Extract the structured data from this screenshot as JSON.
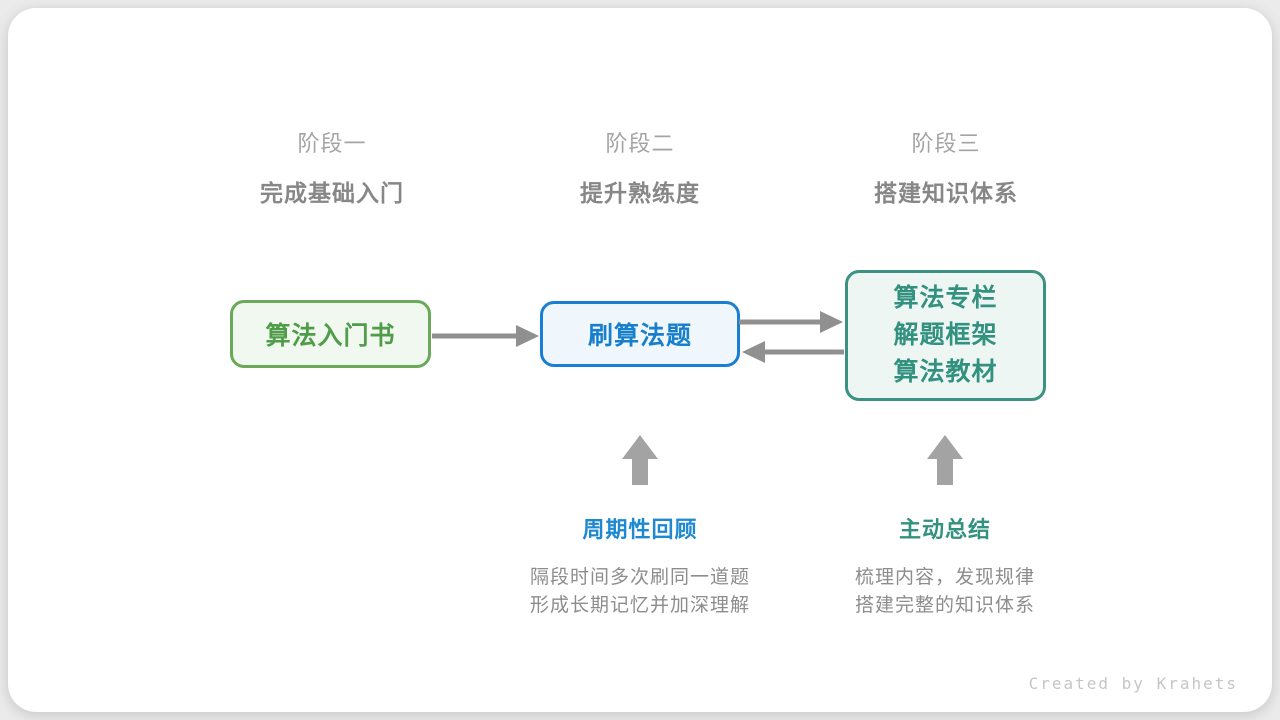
{
  "stages": [
    {
      "label": "阶段一",
      "title": "完成基础入门"
    },
    {
      "label": "阶段二",
      "title": "提升熟练度"
    },
    {
      "label": "阶段三",
      "title": "搭建知识体系"
    }
  ],
  "nodes": [
    {
      "label": "算法入门书",
      "accent": "#4f9d49",
      "border": "#6aa95a",
      "background": "#f1f8ef"
    },
    {
      "label": "刷算法题",
      "accent": "#177fcb",
      "border": "#1a7fd0",
      "background": "#eff7fd"
    },
    {
      "lines": [
        "算法专栏",
        "解题框架",
        "算法教材"
      ],
      "accent": "#33917f",
      "border": "#3d9183",
      "background": "#eef6f4"
    }
  ],
  "callouts": [
    {
      "title": "周期性回顾",
      "color": "#1e88d0",
      "lines": [
        "隔段时间多次刷同一道题",
        "形成长期记忆并加深理解"
      ]
    },
    {
      "title": "主动总结",
      "color": "#33917f",
      "lines": [
        "梳理内容，发现规律",
        "搭建完整的知识体系"
      ]
    }
  ],
  "arrows": {
    "connector_color": "#909090",
    "block_arrow_color": "#a3a3a3",
    "flow": [
      "node-1 → node-2",
      "node-2 → node-3",
      "node-3 → node-2"
    ]
  },
  "footer": {
    "credit": "Created by Krahets"
  }
}
